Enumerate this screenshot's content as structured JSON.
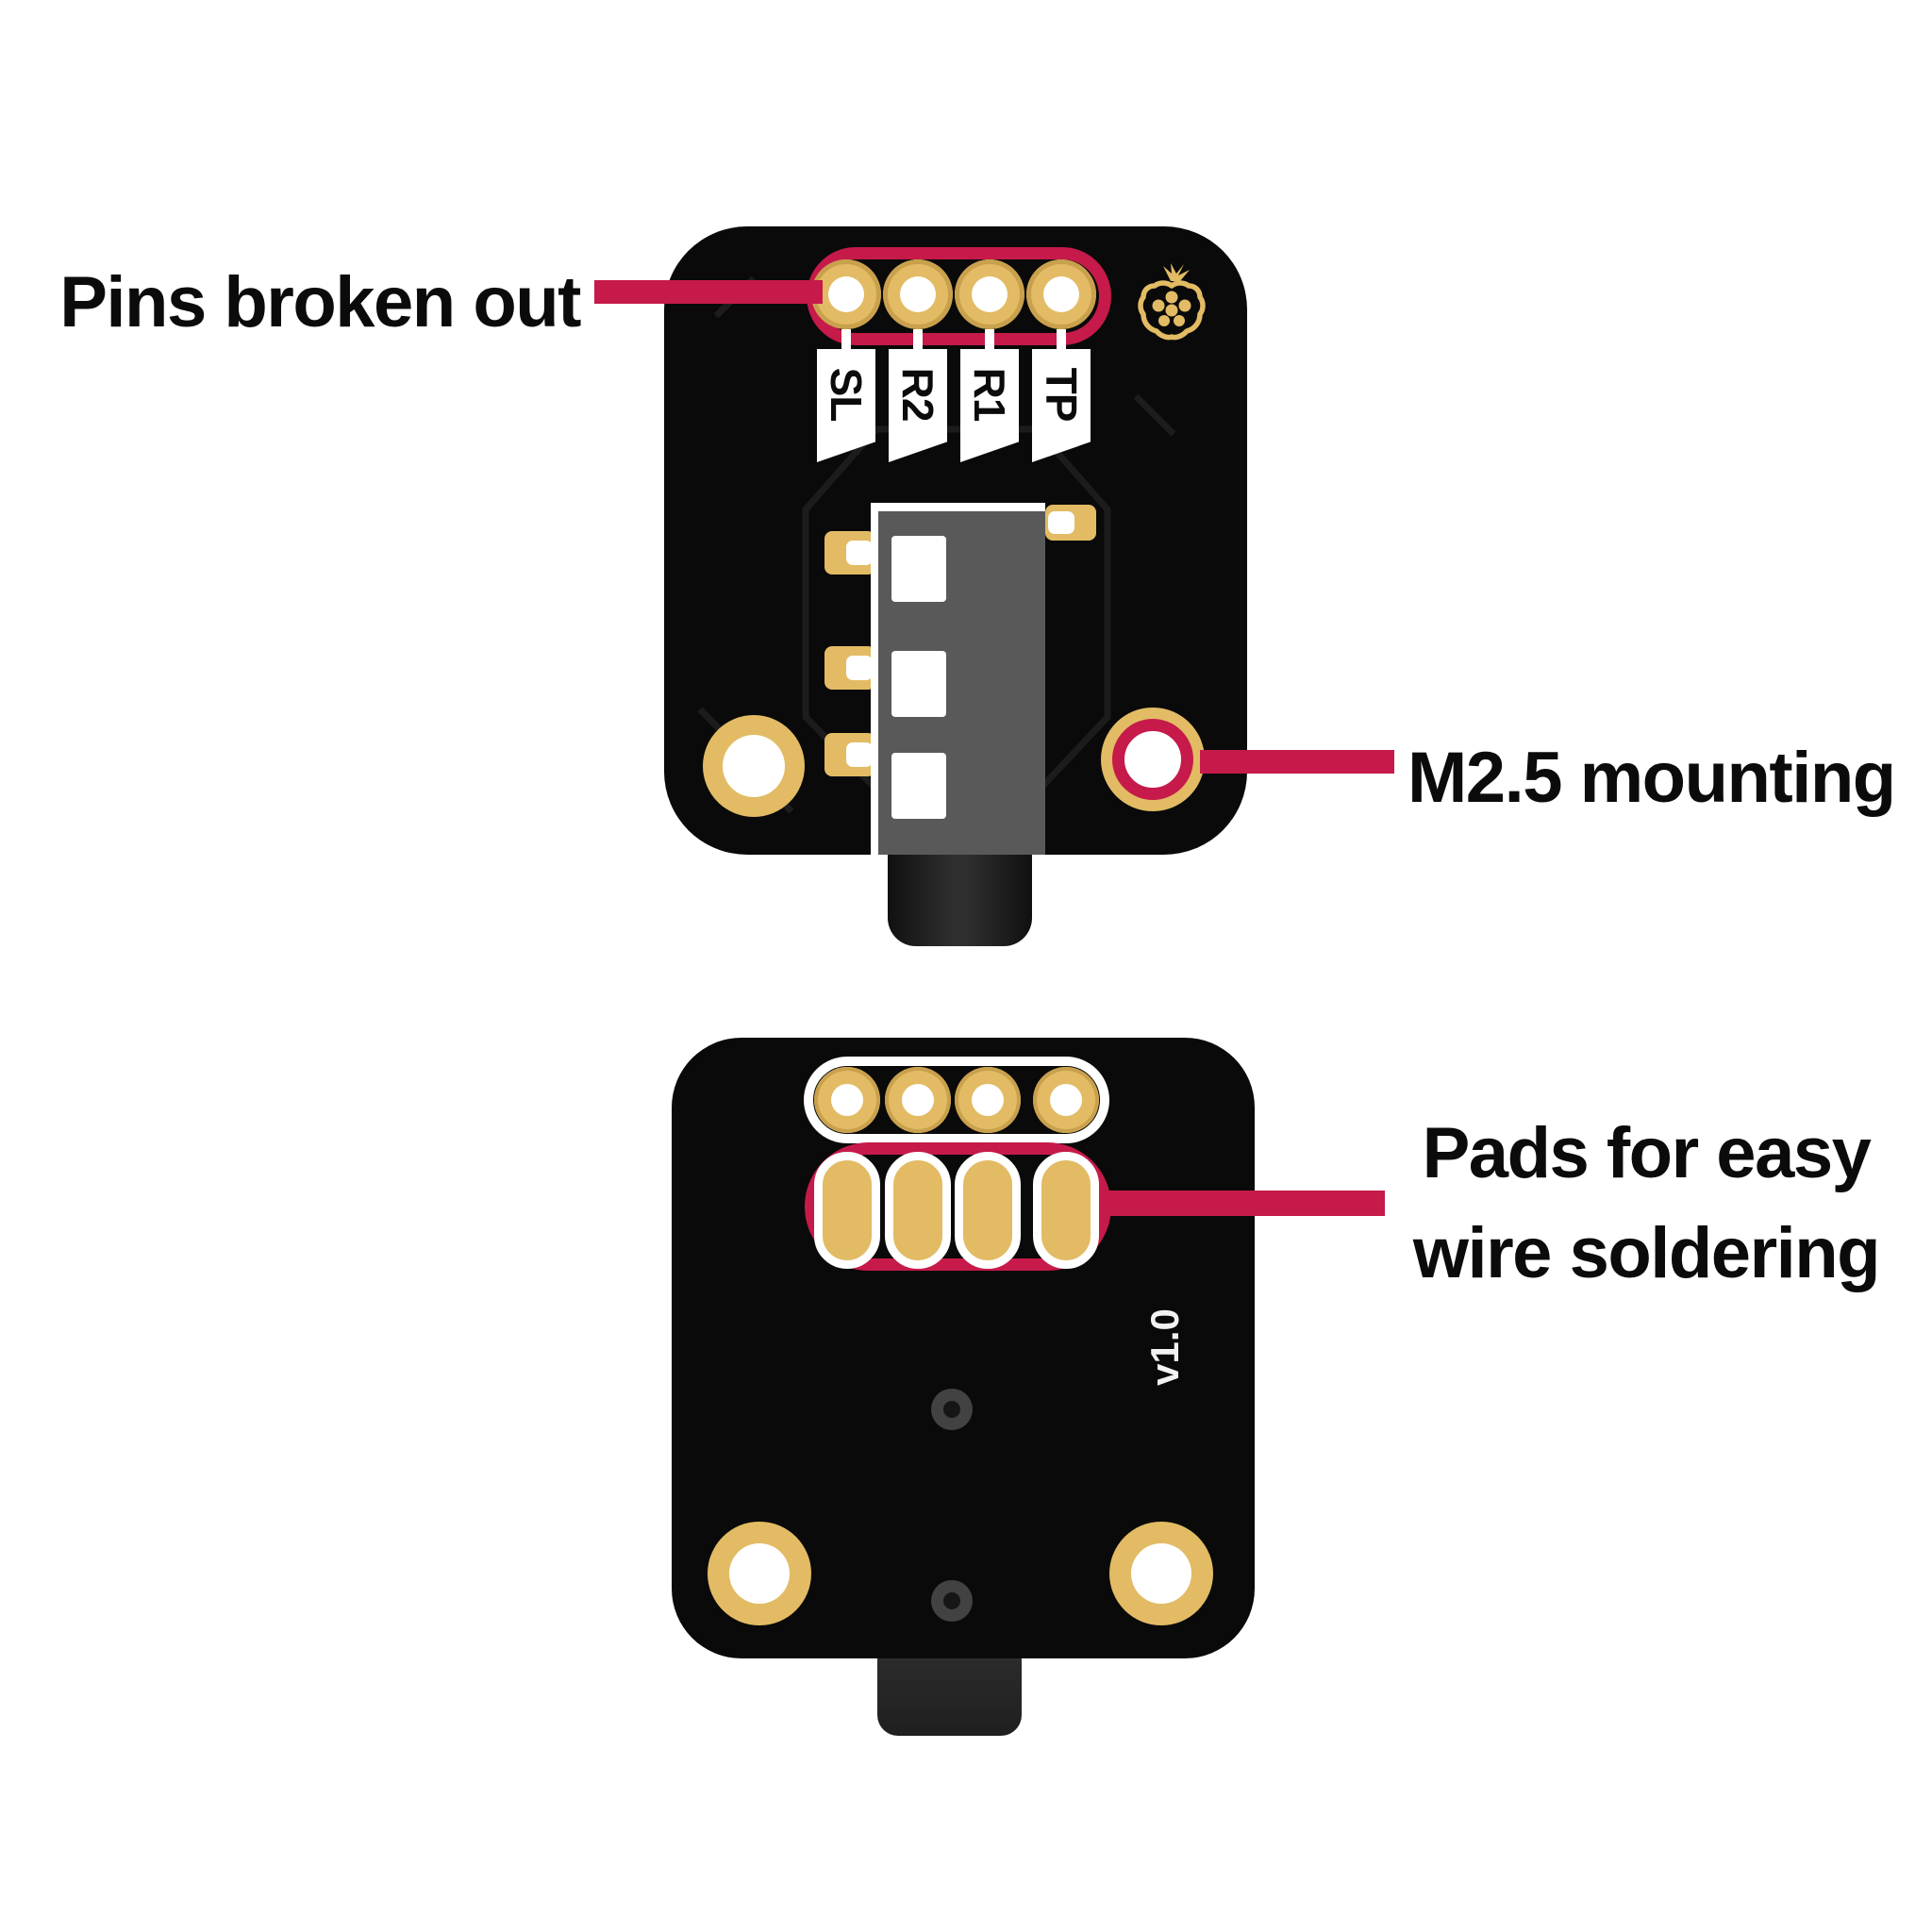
{
  "diagram": {
    "annotations": {
      "pins_broken_out": "Pins broken out",
      "m25_mounting": "M2.5 mounting",
      "pads_line1": "Pads for easy",
      "pads_line2": "wire soldering"
    },
    "front_board": {
      "pin_labels": [
        "SL",
        "R2",
        "R1",
        "TP"
      ]
    },
    "back_board": {
      "version": "v1.0"
    },
    "colors": {
      "accent_red": "#C51A4A",
      "gold": "#E2BB64",
      "board_black": "#0A0A0A",
      "jack_gray": "#595959"
    },
    "icons": {
      "logo": "raspberry-logo-icon"
    }
  }
}
